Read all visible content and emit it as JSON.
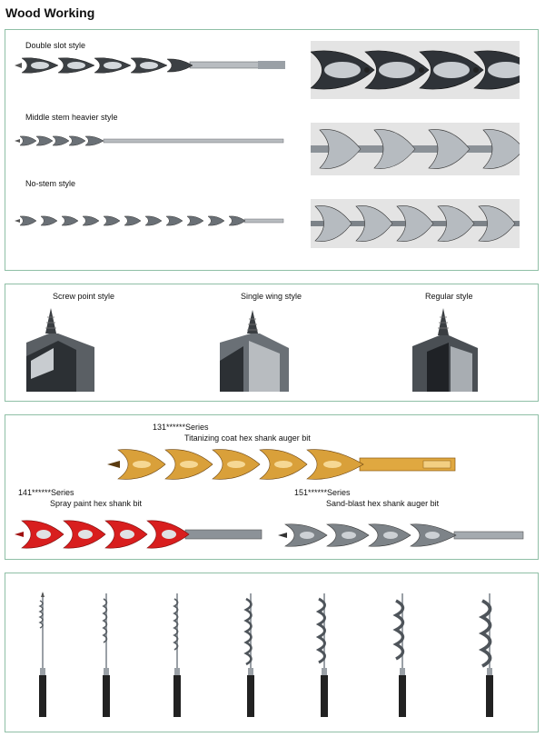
{
  "page_title": "Wood Working",
  "stem_styles": [
    {
      "label": "Double slot style"
    },
    {
      "label": "Middle stem heavier style"
    },
    {
      "label": "No-stem style"
    }
  ],
  "tip_styles": [
    {
      "label": "Screw point style"
    },
    {
      "label": "Single wing style"
    },
    {
      "label": "Regular style"
    }
  ],
  "series": [
    {
      "code": "131******Series",
      "name": "Titanizing coat hex shank auger bit"
    },
    {
      "code": "141******Series",
      "name": "Spray paint hex shank bit"
    },
    {
      "code": "151******Series",
      "name": "Sand-blast hex shank auger bit"
    }
  ],
  "colors": {
    "panel_border": "#8fbfa6",
    "steel": "#9aa0a6",
    "titanium": "#d9a03a",
    "spray_red": "#d81e1e",
    "hex_black": "#222222"
  }
}
